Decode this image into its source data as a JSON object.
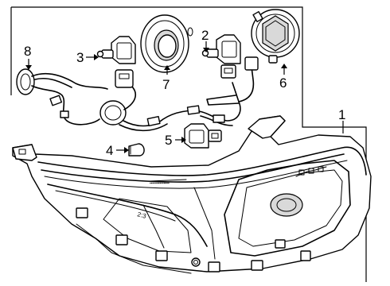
{
  "diagram": {
    "callouts": [
      {
        "id": "1",
        "label": "1"
      },
      {
        "id": "2",
        "label": "2"
      },
      {
        "id": "3",
        "label": "3"
      },
      {
        "id": "4",
        "label": "4"
      },
      {
        "id": "5",
        "label": "5"
      },
      {
        "id": "6",
        "label": "6"
      },
      {
        "id": "7",
        "label": "7"
      },
      {
        "id": "8",
        "label": "8"
      }
    ],
    "parts": [
      "headlamp-assembly-icon",
      "bulb-socket-icon",
      "bulb-icon",
      "small-bulb-icon",
      "socket-icon",
      "cover-cap-icon",
      "seal-ring-icon",
      "wiring-harness-icon"
    ]
  }
}
